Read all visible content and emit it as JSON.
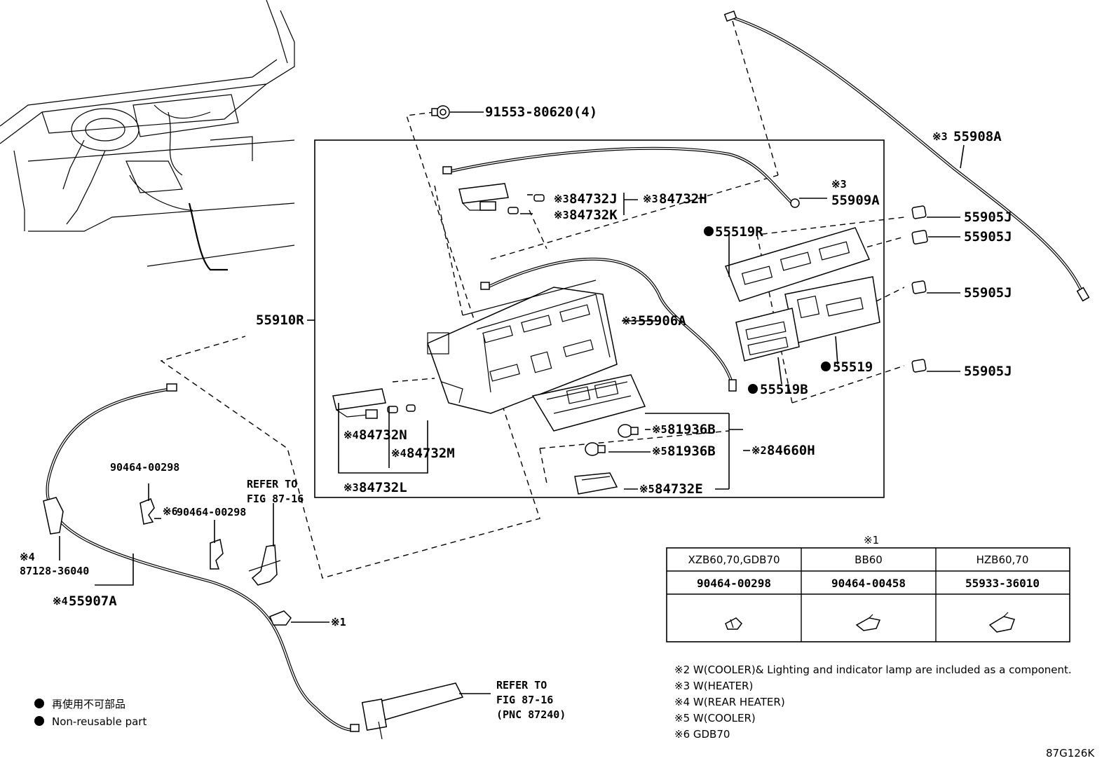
{
  "diagram": {
    "figure_code": "87G126K",
    "part_labels": {
      "p91553": "91553-80620(4)",
      "p55908A": "55908A",
      "p55908A_mark": "※3",
      "p55909A_mark": "※3",
      "p55909A": "55909A",
      "p84732J": "84732J",
      "p84732J_mark": "※3",
      "p84732H": "84732H",
      "p84732H_mark": "※3",
      "p84732K": "84732K",
      "p84732K_mark": "※3",
      "p55519R": "55519R",
      "p55905J_1": "55905J",
      "p55905J_2": "55905J",
      "p55905J_3": "55905J",
      "p55905J_4": "55905J",
      "p55910R": "55910R",
      "p55906A": "55906A",
      "p55906A_mark": "※3",
      "p55519": "55519",
      "p55519B": "55519B",
      "p84732N": "84732N",
      "p84732N_mark": "※4",
      "p84732M": "84732M",
      "p84732M_mark": "※4",
      "p84732L": "84732L",
      "p84732L_mark": "※3",
      "p81936B_1": "81936B",
      "p81936B_1_mark": "※5",
      "p81936B_2": "81936B",
      "p81936B_2_mark": "※5",
      "p84660H": "84660H",
      "p84660H_mark": "※2",
      "p84732E": "84732E",
      "p84732E_mark": "※5",
      "p90464_a": "90464-00298",
      "p90464_b": "90464-00298",
      "p90464_b_mark": "※6",
      "p87128_mark": "※4",
      "p87128": "87128-36040",
      "p55907A": "55907A",
      "p55907A_mark": "※4",
      "clip_mark": "※1"
    },
    "refer_1": [
      "REFER TO",
      "FIG 87-16"
    ],
    "refer_2": [
      "REFER TO",
      "FIG 87-16",
      "(PNC 87240)"
    ],
    "legend": {
      "line_jp": "再使用不可部品",
      "line_en": "Non-reusable part"
    },
    "table": {
      "marker": "※1",
      "headers": [
        "XZB60,70,GDB70",
        "BB60",
        "HZB60,70"
      ],
      "parts": [
        "90464-00298",
        "90464-00458",
        "55933-36010"
      ]
    },
    "notes": [
      "※2 W(COOLER)&  Lighting and indicator lamp are included as a component.",
      "※3 W(HEATER)",
      "※4 W(REAR HEATER)",
      "※5 W(COOLER)",
      "※6 GDB70"
    ]
  }
}
